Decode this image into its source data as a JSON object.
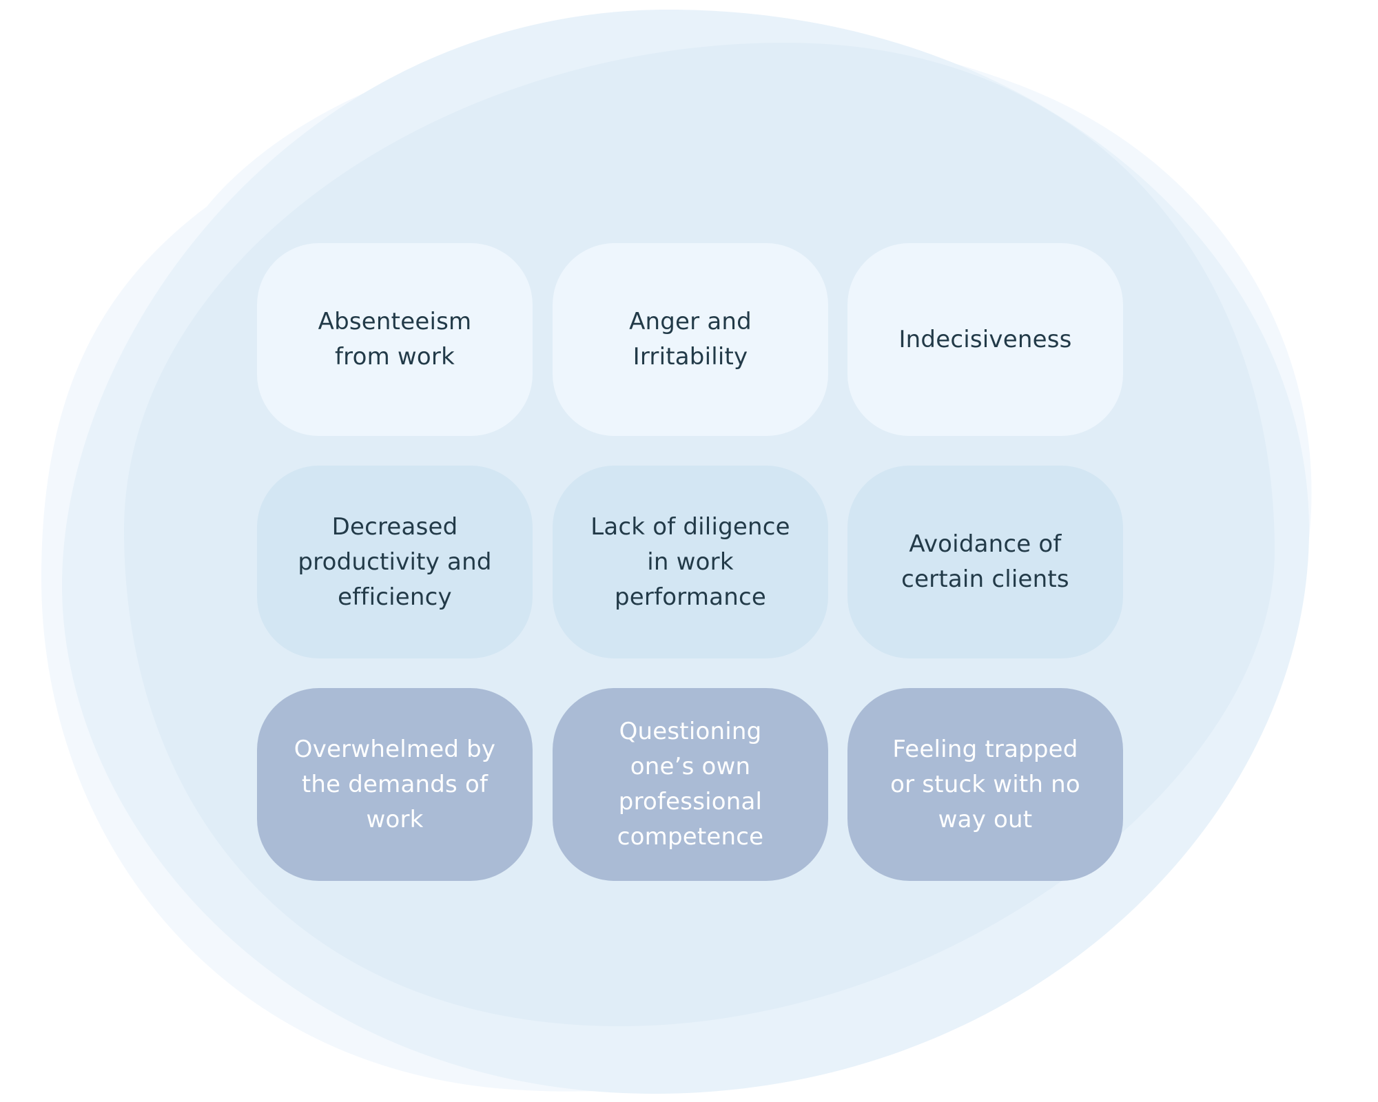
{
  "colors": {
    "page_background": "#ffffff",
    "blob_outer": "#f3f8fd",
    "blob_middle": "#e8f2fa",
    "blob_inner": "#e0edf7",
    "card_light": "#eef6fd",
    "card_mid": "#d3e6f3",
    "card_dark": "#aabbd5",
    "text_dark": "#223a48",
    "text_light": "#ffffff"
  },
  "cards": {
    "absenteeism": "Absenteeism from work",
    "anger": "Anger and Irritability",
    "indecisiveness": "Indecisiveness",
    "productivity": "Decreased productivity and efficiency",
    "diligence": "Lack of diligence in work performance",
    "avoidance": "Avoidance of certain clients",
    "overwhelmed": "Overwhelmed by the demands of work",
    "questioning": "Questioning one’s own professional competence",
    "trapped": "Feeling trapped or stuck with no way out"
  }
}
